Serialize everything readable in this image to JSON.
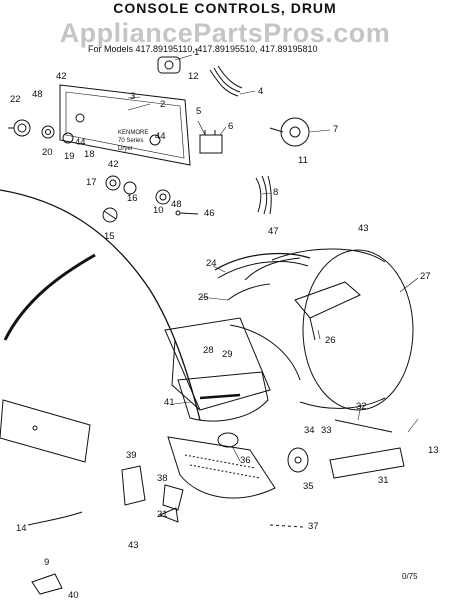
{
  "header": {
    "title": "CONSOLE CONTROLS, DRUM",
    "models": "For Models 417.89195110, 417.89195510, 417.89195810",
    "watermark": "AppliancePartsPros.com"
  },
  "panel_text": {
    "line1": "KENMORE",
    "line2": "70 Series",
    "line3": "Dryer"
  },
  "callouts": [
    "1",
    "2",
    "3",
    "4",
    "5",
    "6",
    "7",
    "8",
    "9",
    "10",
    "11",
    "12",
    "13",
    "14",
    "15",
    "16",
    "17",
    "18",
    "19",
    "20",
    "21",
    "22",
    "24",
    "25",
    "26",
    "27",
    "28",
    "29",
    "31",
    "32",
    "33",
    "34",
    "35",
    "36",
    "37",
    "38",
    "39",
    "40",
    "41",
    "42",
    "43",
    "44",
    "46",
    "47",
    "48"
  ],
  "footnote": "0/75"
}
